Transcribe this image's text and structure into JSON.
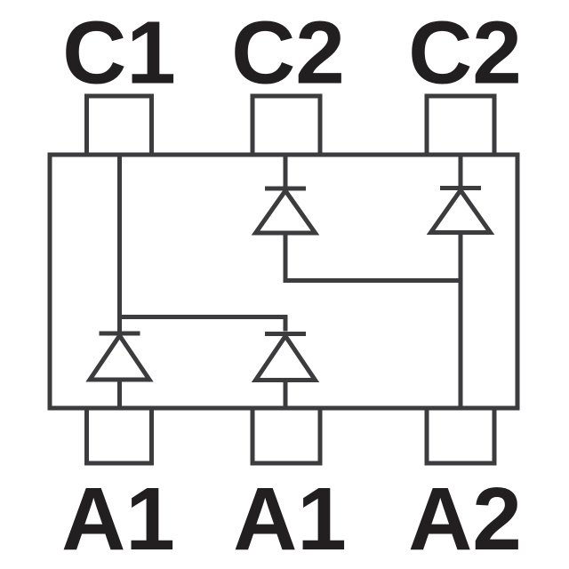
{
  "schematic": {
    "background_color": "#ffffff",
    "line_color": "#3c3c3e",
    "label_color": "#221f20",
    "top_pins": [
      {
        "label": "C1"
      },
      {
        "label": "C2"
      },
      {
        "label": "C2"
      }
    ],
    "bottom_pins": [
      {
        "label": "A1"
      },
      {
        "label": "A1"
      },
      {
        "label": "A2"
      }
    ],
    "diode_count": 4,
    "diodes": [
      {
        "name": "diode-bottom-left",
        "cathode_net": "C1",
        "anode_net": "A1"
      },
      {
        "name": "diode-bottom-middle",
        "cathode_net": "C1",
        "anode_net": "A1"
      },
      {
        "name": "diode-top-middle",
        "cathode_net": "C2",
        "anode_net": "A2"
      },
      {
        "name": "diode-top-right",
        "cathode_net": "C2",
        "anode_net": "A2"
      }
    ]
  }
}
